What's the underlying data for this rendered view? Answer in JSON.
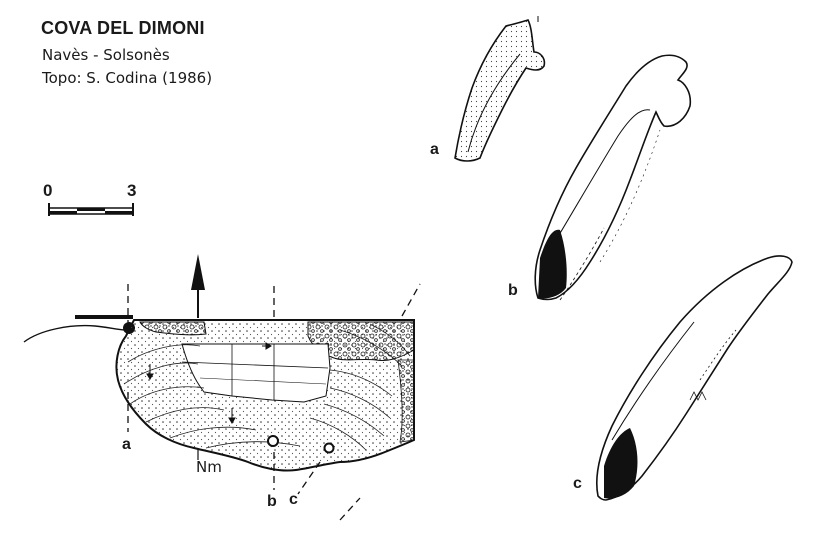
{
  "header": {
    "title": "COVA DEL DIMONI",
    "location": "Navès  -  Solsonès",
    "credit": "Topo: S. Codina (1986)"
  },
  "scale_bar": {
    "start_label": "0",
    "end_label": "3"
  },
  "plan": {
    "section_markers": [
      "a",
      "b",
      "c"
    ],
    "north_label": "Nm"
  },
  "sections": [
    {
      "label": "a"
    },
    {
      "label": "b"
    },
    {
      "label": "c"
    }
  ],
  "colors": {
    "ink": "#1a1a1a",
    "paper": "#ffffff"
  }
}
